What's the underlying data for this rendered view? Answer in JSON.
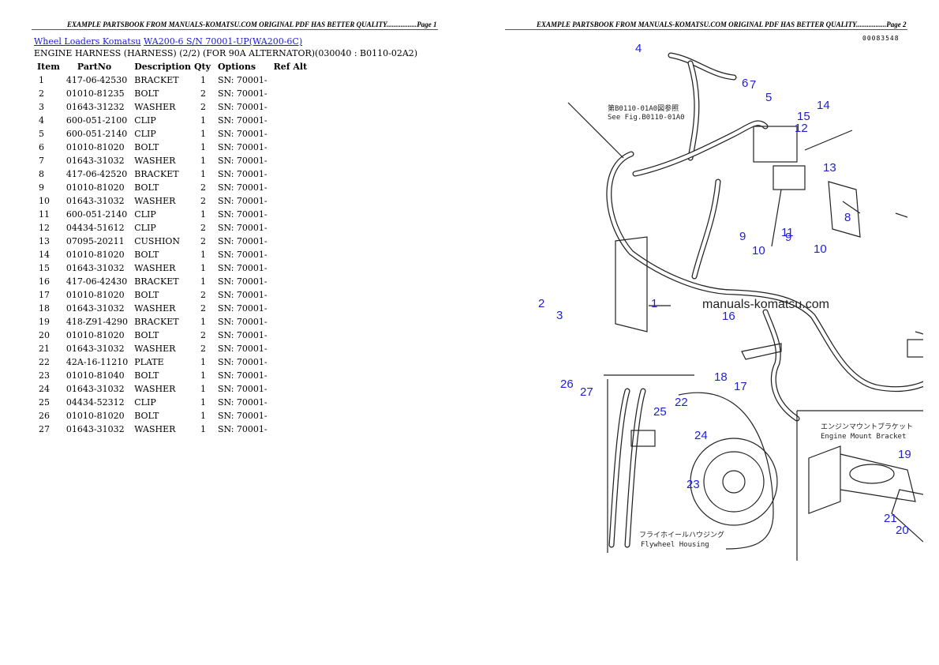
{
  "left_page": {
    "banner": "EXAMPLE PARTSBOOK FROM MANUALS-KOMATSU.COM ORIGINAL PDF HAS BETTER QUALITY.................Page 1",
    "breadcrumb": {
      "link1": "Wheel Loaders Komatsu",
      "link2": "WA200-6 S/N  70001-UP(WA200-6C)"
    },
    "subtitle": "ENGINE HARNESS (HARNESS) (2/2) (FOR 90A ALTERNATOR)(030040 : B0110-02A2)",
    "table": {
      "headers": [
        "Item",
        "PartNo",
        "Description",
        "Qty",
        "Options",
        "Ref",
        "Alt"
      ],
      "rows": [
        [
          "1",
          "417-06-42530",
          "BRACKET",
          "1",
          "SN: 70001-"
        ],
        [
          "2",
          "01010-81235",
          "BOLT",
          "2",
          "SN: 70001-"
        ],
        [
          "3",
          "01643-31232",
          "WASHER",
          "2",
          "SN: 70001-"
        ],
        [
          "4",
          "600-051-2100",
          "CLIP",
          "1",
          "SN: 70001-"
        ],
        [
          "5",
          "600-051-2140",
          "CLIP",
          "1",
          "SN: 70001-"
        ],
        [
          "6",
          "01010-81020",
          "BOLT",
          "1",
          "SN: 70001-"
        ],
        [
          "7",
          "01643-31032",
          "WASHER",
          "1",
          "SN: 70001-"
        ],
        [
          "8",
          "417-06-42520",
          "BRACKET",
          "1",
          "SN: 70001-"
        ],
        [
          "9",
          "01010-81020",
          "BOLT",
          "2",
          "SN: 70001-"
        ],
        [
          "10",
          "01643-31032",
          "WASHER",
          "2",
          "SN: 70001-"
        ],
        [
          "11",
          "600-051-2140",
          "CLIP",
          "1",
          "SN: 70001-"
        ],
        [
          "12",
          "04434-51612",
          "CLIP",
          "2",
          "SN: 70001-"
        ],
        [
          "13",
          "07095-20211",
          "CUSHION",
          "2",
          "SN: 70001-"
        ],
        [
          "14",
          "01010-81020",
          "BOLT",
          "1",
          "SN: 70001-"
        ],
        [
          "15",
          "01643-31032",
          "WASHER",
          "1",
          "SN: 70001-"
        ],
        [
          "16",
          "417-06-42430",
          "BRACKET",
          "1",
          "SN: 70001-"
        ],
        [
          "17",
          "01010-81020",
          "BOLT",
          "2",
          "SN: 70001-"
        ],
        [
          "18",
          "01643-31032",
          "WASHER",
          "2",
          "SN: 70001-"
        ],
        [
          "19",
          "418-Z91-4290",
          "BRACKET",
          "1",
          "SN: 70001-"
        ],
        [
          "20",
          "01010-81020",
          "BOLT",
          "2",
          "SN: 70001-"
        ],
        [
          "21",
          "01643-31032",
          "WASHER",
          "2",
          "SN: 70001-"
        ],
        [
          "22",
          "42A-16-11210",
          "PLATE",
          "1",
          "SN: 70001-"
        ],
        [
          "23",
          "01010-81040",
          "BOLT",
          "1",
          "SN: 70001-"
        ],
        [
          "24",
          "01643-31032",
          "WASHER",
          "1",
          "SN: 70001-"
        ],
        [
          "25",
          "04434-52312",
          "CLIP",
          "1",
          "SN: 70001-"
        ],
        [
          "26",
          "01010-81020",
          "BOLT",
          "1",
          "SN: 70001-"
        ],
        [
          "27",
          "01643-31032",
          "WASHER",
          "1",
          "SN: 70001-"
        ]
      ]
    }
  },
  "right_page": {
    "banner": "EXAMPLE PARTSBOOK FROM MANUALS-KOMATSU.COM ORIGINAL PDF HAS BETTER QUALITY.................Page 2",
    "page_code": "00083548",
    "watermark": "manuals-komatsu.com",
    "notes": {
      "see_fig_jp": "第B0110-01A0図参照",
      "see_fig_en": "See Fig.B0110-01A0",
      "flywheel_jp": "フライホイールハウジング",
      "flywheel_en": "Flywheel Housing",
      "mount_jp": "エンジンマウントブラケット",
      "mount_en": "Engine Mount Bracket"
    },
    "callouts": [
      "4",
      "6",
      "7",
      "5",
      "14",
      "15",
      "12",
      "13",
      "8",
      "9",
      "11",
      "9",
      "10",
      "10",
      "2",
      "3",
      "1",
      "16",
      "18",
      "17",
      "26",
      "27",
      "22",
      "25",
      "24",
      "23",
      "19",
      "21",
      "20"
    ]
  }
}
